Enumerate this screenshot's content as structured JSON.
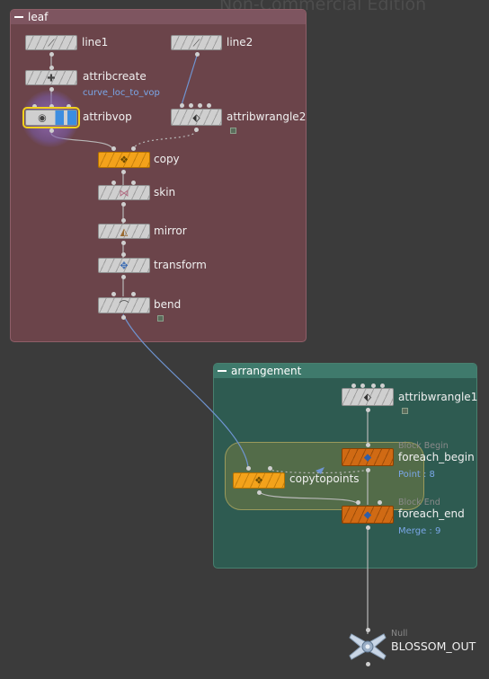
{
  "watermark": "Non-Commercial Edition",
  "network_boxes": {
    "leaf": {
      "title": "leaf",
      "color": "#6b444a"
    },
    "arrangement": {
      "title": "arrangement",
      "color": "#2e5b51"
    }
  },
  "nodes": {
    "line1": {
      "label": "line1",
      "icon": "line-icon"
    },
    "line2": {
      "label": "line2",
      "icon": "line-icon"
    },
    "attribcreate": {
      "label": "attribcreate",
      "comment": "curve_loc_to_vop",
      "icon": "attribcreate-icon"
    },
    "attribvop": {
      "label": "attribvop",
      "icon": "vop-icon",
      "selected": true
    },
    "attribwrangle2": {
      "label": "attribwrangle2",
      "icon": "wrangle-icon"
    },
    "copy": {
      "label": "copy",
      "icon": "copy-icon"
    },
    "skin": {
      "label": "skin",
      "icon": "skin-icon"
    },
    "mirror": {
      "label": "mirror",
      "icon": "mirror-icon"
    },
    "transform": {
      "label": "transform",
      "icon": "transform-icon"
    },
    "bend": {
      "label": "bend",
      "icon": "bend-icon"
    },
    "attribwrangle1": {
      "label": "attribwrangle1",
      "icon": "wrangle-icon"
    },
    "foreach_begin": {
      "label": "foreach_begin",
      "type": "Block Begin",
      "info": "Point : 8",
      "icon": "foreach-icon"
    },
    "copytopoints": {
      "label": "copytopoints",
      "icon": "copy-icon"
    },
    "foreach_end": {
      "label": "foreach_end",
      "type": "Block End",
      "info": "Merge : 9",
      "icon": "foreach-icon"
    },
    "blossom_out": {
      "label": "BLOSSOM_OUT",
      "type": "Null",
      "icon": "null-icon"
    }
  },
  "colors": {
    "background": "#3b3b3b",
    "wire": "#b8b8b8",
    "wire_selected": "#6f95d2",
    "orange_node": "#f3a21b",
    "dark_orange_node": "#c8640e",
    "selection": "#f2d21c"
  }
}
